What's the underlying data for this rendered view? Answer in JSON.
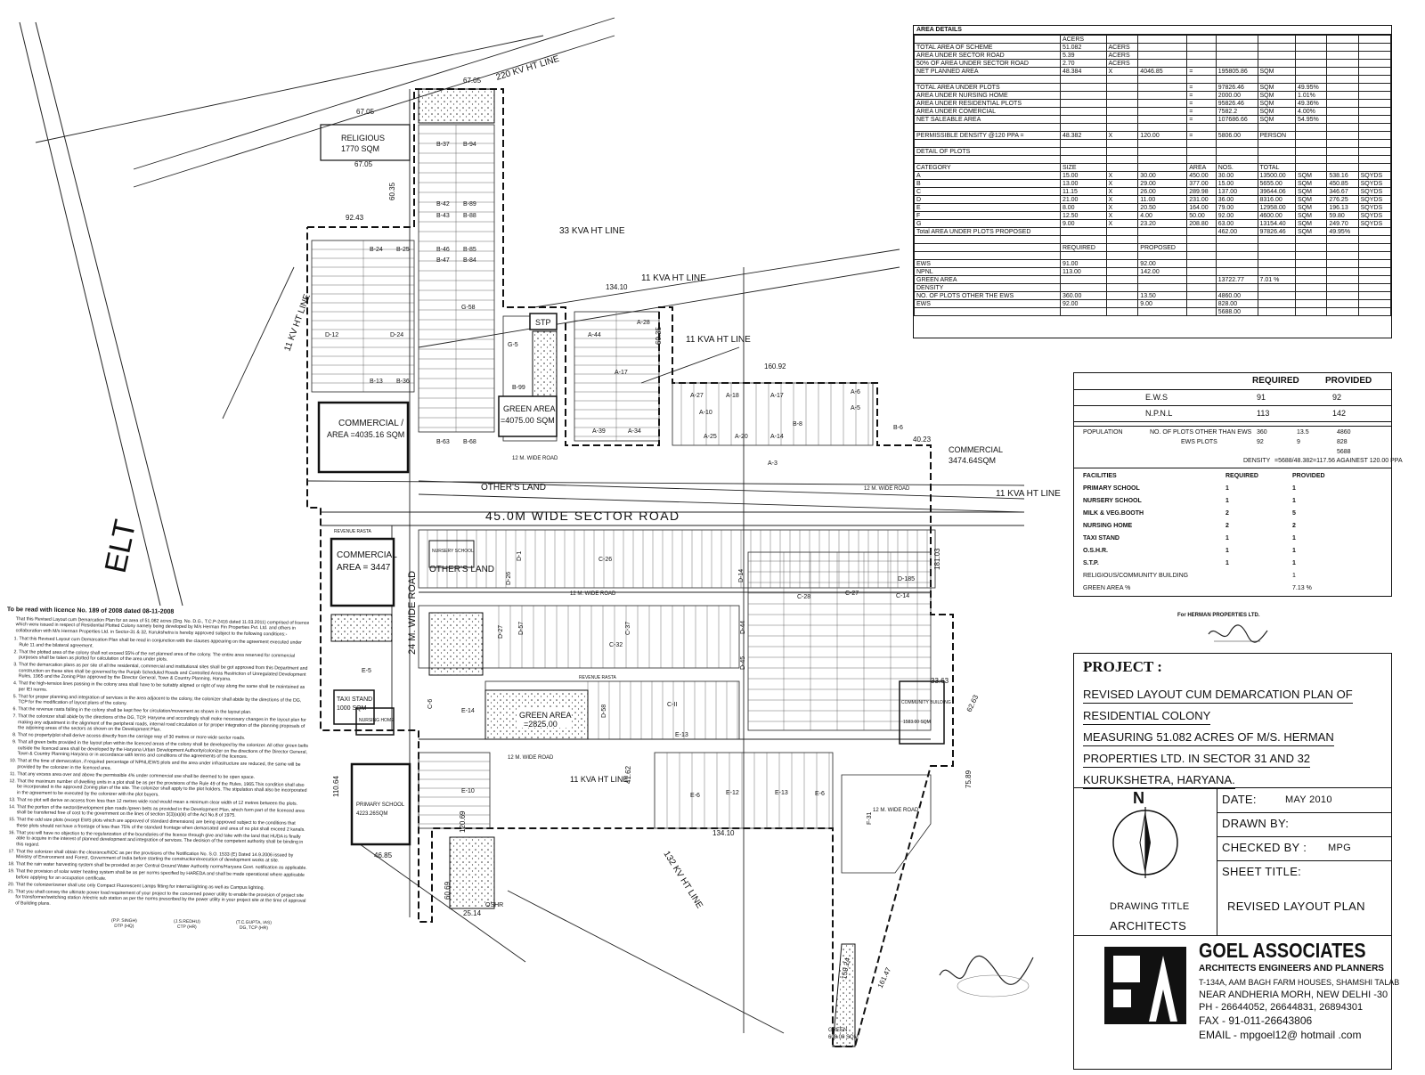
{
  "plan": {
    "roads": {
      "sector_road": "45.0M WIDE SECTOR ROAD",
      "road_24m": "24 M. WIDE ROAD",
      "road_12m": "12 M. WIDE ROAD",
      "revenue_rasta": "REVENUE RASTA",
      "others_land": "OTHER'S LAND"
    },
    "lines": {
      "ht220": "220 KV HT LINE",
      "ht33": "33 KVA HT LINE",
      "ht11a": "11 KVA HT LINE",
      "ht11b": "11 KV HT LINE",
      "ht132": "132 KV HT LINE",
      "belt": "ELT"
    },
    "zones": {
      "religious": "RELIGIOUS",
      "religious_area": "1770 SQM",
      "commercial1": "COMMERCIAL /",
      "commercial1_area": "AREA =4035.16 SQM",
      "commercial2": "COMMERCIAL",
      "commercial2_area": "AREA = 3447",
      "commercial3": "COMMERCIAL",
      "commercial3_area": "3474.64SQM",
      "stp": "STP",
      "green1": "GREEN AREA",
      "green1_area": "=4075.00 SQM",
      "green2": "GREEN AREA",
      "green2_area": "=2825.00",
      "nursery_school": "NURSERY SCHOOL",
      "taxi_stand": "TAXI STAND",
      "taxi_area": "1000 SQM",
      "nursing_home": "NURSING HOME",
      "primary_school": "PRIMARY SCHOOL",
      "primary_area": "4223.26SQM",
      "community": "COMMUNITY BUILDING",
      "community_area": "1583.00 SQM",
      "green_bottom": "GREEN",
      "green_bottom_area": "608.00 SQM",
      "oshr": "OSHR"
    },
    "dims": [
      "67.05",
      "67.05",
      "67.05",
      "92.43",
      "60.35",
      "134.10",
      "160.92",
      "40.23",
      "33.63",
      "62.63",
      "75.89",
      "181.03",
      "110.64",
      "46.85",
      "60.69",
      "120.69",
      "25.14",
      "159.24",
      "161.47",
      "134.10",
      "41.62",
      "60.35"
    ],
    "plot_labels": [
      "B-37",
      "B-94",
      "B-42",
      "B-89",
      "B-43",
      "B-88",
      "B-46",
      "B-85",
      "B-47",
      "B-84",
      "G-58",
      "D-12",
      "D-24",
      "B-24",
      "B-25",
      "B-13",
      "B-36",
      "G-5",
      "B-99",
      "A-44",
      "A-28",
      "A-17",
      "A-39",
      "A-34",
      "A-27",
      "A-18",
      "A-10",
      "A-17",
      "A-6",
      "A-5",
      "B-8",
      "A-25",
      "A-20",
      "A-14",
      "A-3",
      "B-6",
      "B-63",
      "B-68",
      "C-26",
      "D-1",
      "D-26",
      "D-14",
      "D-185",
      "C-27",
      "C-28",
      "C-14",
      "C-32",
      "C-37",
      "D-27",
      "D-57",
      "D-44",
      "D-45",
      "C-II",
      "E-13",
      "E-14",
      "D-58",
      "C-6",
      "E-10",
      "E-6",
      "E-12",
      "E-13",
      "E-6",
      "F-31",
      "E-5"
    ]
  },
  "area_details": {
    "title": "AREA DETAILS",
    "unit_header": "ACERS",
    "rows": [
      [
        "TOTAL AREA OF SCHEME",
        "51.082",
        "ACERS",
        "",
        "",
        "",
        "",
        ""
      ],
      [
        "AREA UNDER SECTOR ROAD",
        "5.39",
        "ACERS",
        "",
        "",
        "",
        "",
        ""
      ],
      [
        "50% OF AREA UNDER SECTOR ROAD",
        "2.70",
        "ACERS",
        "",
        "",
        "",
        "",
        ""
      ],
      [
        "NET PLANNED AREA",
        "48.384",
        "X",
        "4046.85",
        "=",
        "195805.86",
        "SQM",
        ""
      ],
      [
        "",
        "",
        "",
        "",
        "",
        "",
        "",
        ""
      ],
      [
        "TOTAL AREA UNDER PLOTS",
        "",
        "",
        "",
        "=",
        "97826.46",
        "SQM",
        "49.95%"
      ],
      [
        "AREA UNDER NURSING HOME",
        "",
        "",
        "",
        "=",
        "2000.00",
        "SQM",
        "1.01%"
      ],
      [
        "AREA UNDER RESIDENTIAL PLOTS",
        "",
        "",
        "",
        "=",
        "95826.46",
        "SQM",
        "49.36%"
      ],
      [
        "AREA UNDER COMERCIAL",
        "",
        "",
        "",
        "=",
        "7582.2",
        "SQM",
        "4.00%"
      ],
      [
        "NET SALEABLE AREA",
        "",
        "",
        "",
        "=",
        "107686.66",
        "SQM",
        "54.95%"
      ],
      [
        "",
        "",
        "",
        "",
        "",
        "",
        "",
        ""
      ],
      [
        "PERMISSIBLE DENSITY @120 PPA =",
        "48.382",
        "X",
        "120.00",
        "=",
        "5806.00",
        "PERSON",
        ""
      ],
      [
        "",
        "",
        "",
        "",
        "",
        "",
        "",
        ""
      ],
      [
        "DETAIL OF PLOTS",
        "",
        "",
        "",
        "",
        "",
        "",
        ""
      ],
      [
        "",
        "",
        "",
        "",
        "",
        "",
        "",
        ""
      ],
      [
        "CATEGORY",
        "SIZE",
        "",
        "",
        "AREA",
        "NOS.",
        "TOTAL",
        ""
      ]
    ],
    "plots": [
      [
        "A",
        "15.00",
        "X",
        "30.00",
        "450.00",
        "30.00",
        "13500.00",
        "SQM",
        "538.16",
        "SQYDS"
      ],
      [
        "B",
        "13.00",
        "X",
        "29.00",
        "377.00",
        "15.00",
        "5655.00",
        "SQM",
        "450.85",
        "SQYDS"
      ],
      [
        "C",
        "11.15",
        "X",
        "26.00",
        "289.98",
        "137.00",
        "39644.06",
        "SQM",
        "346.67",
        "SQYDS"
      ],
      [
        "D",
        "21.00",
        "X",
        "11.00",
        "231.00",
        "36.00",
        "8316.00",
        "SQM",
        "276.25",
        "SQYDS"
      ],
      [
        "E",
        "8.00",
        "X",
        "20.50",
        "164.00",
        "79.00",
        "12958.00",
        "SQM",
        "196.13",
        "SQYDS"
      ],
      [
        "F",
        "12.50",
        "X",
        "4.00",
        "50.00",
        "92.00",
        "4600.00",
        "SQM",
        "59.80",
        "SQYDS"
      ],
      [
        "G",
        "9.00",
        "X",
        "23.20",
        "208.80",
        "63.00",
        "13154.40",
        "SQM",
        "249.70",
        "SQYDS"
      ]
    ],
    "plots_total": [
      "Total AREA UNDER PLOTS PROPOSED",
      "462.00",
      "97826.46",
      "SQM",
      "49.95%"
    ],
    "req_header": [
      "REQUIRED",
      "PROPOSED"
    ],
    "req_rows": [
      [
        "EWS",
        "91.00",
        "92.00",
        "",
        ""
      ],
      [
        "NPNL",
        "113.00",
        "142.00",
        "",
        ""
      ],
      [
        "GREEN AREA",
        "",
        "",
        "13722.77",
        "7.01 %"
      ],
      [
        "DENSITY",
        "",
        "",
        "",
        ""
      ],
      [
        "NO. OF PLOTS OTHER THE EWS",
        "360.00",
        "13.50",
        "4860.00",
        ""
      ],
      [
        "EWS",
        "92.00",
        "9.00",
        "828.00",
        ""
      ],
      [
        "",
        "",
        "",
        "5688.00",
        ""
      ]
    ]
  },
  "requirements": {
    "head": [
      "REQUIRED",
      "PROVIDED"
    ],
    "rows": [
      [
        "E.W.S",
        "91",
        "92"
      ],
      [
        "N.P.N.L",
        "113",
        "142"
      ]
    ],
    "population_label": "POPULATION",
    "pop_rows": [
      [
        "NO. OF PLOTS OTHER THAN EWS",
        "360",
        "13.5",
        "4860"
      ],
      [
        "EWS PLOTS",
        "92",
        "9",
        "828"
      ]
    ],
    "pop_total": "5688",
    "density": "DENSITY",
    "density_val": "=5688/48.382=117.56 AGAINEST 120.00 PPA",
    "fac_head": [
      "FACILITIES",
      "REQUIRED",
      "PROVIDED"
    ],
    "facilities": [
      [
        "PRIMARY SCHOOL",
        "1",
        "1"
      ],
      [
        "NURSERY SCHOOL",
        "1",
        "1"
      ],
      [
        "MILK & VEG.BOOTH",
        "2",
        "5"
      ],
      [
        "NURSING HOME",
        "2",
        "2"
      ],
      [
        "TAXI STAND",
        "1",
        "1"
      ],
      [
        "O.S.H.R.",
        "1",
        "1"
      ],
      [
        "S.T.P.",
        "1",
        "1"
      ],
      [
        "RELIGIOUS/COMMUNITY BUILDING",
        "",
        "1"
      ],
      [
        "GREEN AREA %",
        "",
        "7.13 %"
      ]
    ],
    "signature_caption": "For HERMAN PROPERTIES LTD."
  },
  "title_block": {
    "project_label": "PROJECT :",
    "lines": [
      "REVISED LAYOUT CUM DEMARCATION  PLAN OF",
      "RESIDENTIAL COLONY",
      "MEASURING 51.082 ACRES OF M/S. HERMAN",
      "PROPERTIES LTD. IN SECTOR 31 AND 32",
      "KURUKSHETRA, HARYANA."
    ],
    "north": "N",
    "date_label": "DATE:",
    "date_value": "MAY 2010",
    "drawn_label": "DRAWN  BY:",
    "checked_label": "CHECKED BY :",
    "checked_value": "MPG",
    "sheet_label": "SHEET TITLE:",
    "drawing_title_label": "DRAWING TITLE",
    "drawing_title": "REVISED LAYOUT PLAN",
    "architects_label": "ARCHITECTS",
    "firm": "GOEL ASSOCIATES",
    "firm_sub": "ARCHITECTS ENGINEERS AND PLANNERS",
    "addr1": "T-134A, AAM BAGH FARM HOUSES, SHAMSHI TALAB",
    "addr2": "NEAR ANDHERIA MORH, NEW DELHI -30",
    "phone": "PH - 26644052, 26644831, 26894301",
    "fax": "FAX - 91-011-26643806",
    "email": "EMAIL - mpgoel12@ hotmail .com"
  },
  "conditions": {
    "header": "To be read with licence No. 189 of 2008 dated 08-11-2008",
    "intro": "That this Revised Layout cum Demarcation Plan for an area of 51.082 acres (Drg. No. D.G., T.C.P-2416 dated 11.03.2011) comprised of licence which were issued in respect of Residential Plotted Colony namely being developed by M/s Herman Fin Properties Pvt. Ltd. and others in collaboration with M/s Herman Properties Ltd. in Sector-31 & 32, Kurukshetra is hereby approved subject to the following conditions:-",
    "items": [
      "That this Revised Layout cum Demarcation Plan shall be read in conjunction with the clauses appearing on the agreement executed under Rule 11 and the bilateral agreement.",
      "That the plotted area of the colony shall not exceed 55% of the net planned area of the colony. The entire area reserved for commercial purposes shall be taken as plotted for calculation of the area under plots.",
      "That the demarcation plans as per site of all the residential, commercial and institutional sites shall be got approved from this Department and construction on these sites shall be governed by the Punjab Scheduled Roads and Controlled Areas Restriction of Unregulated Development Rules, 1965 and the Zoning Plan approved by the Director General, Town & Country Planning, Haryana.",
      "That the high-tension lines passing in the colony area shall have to be suitably aligned or right of way along the same shall be maintained as per IEI norms.",
      "That for proper planning and integration of services in the area adjacent to the colony, the colonizer shall abide by the directions of the DG, TCP for the modification of layout plans of the colony.",
      "That the revenue rasta falling in the colony shall be kept free for circulation/movement as shown in the layout plan.",
      "That the colonizer shall abide by the directions of the DG, TCP, Haryana and accordingly shall make necessary changes in the layout plan for making any adjustment in the alignment of the peripheral roads, internal road circulation or for proper integration of the planning proposals of the adjoining areas of the sectors as shown on the Development Plan.",
      "That no property/plot shall derive access directly from the carriage way of 30 metres or more wide sector roads.",
      "That all green belts provided in the layout plan within the licenced areas of the colony shall be developed by the colonizer. All other green belts outside the licenced area shall be developed by the Haryana Urban Development Authority/colonizer on the directions of the Director General, Town & Country Planning Haryana or in accordance with terms and conditions of the agreements of the licences.",
      "That at the time of demarcation, if required percentage of NPNL/EWS plots and the area under infrastructure are reduced, the same will be provided by the colonizer in the licenced area.",
      "That any excess area over and above the permissible 4% under commercial use shall be deemed to be open space.",
      "That the maximum number of dwelling units in a plot shall be as per the provisions of the Rule 49 of the Rules, 1965.This condition shall also be incorporated in the approved Zoning plan of the site. The colonizer shall apply to the plot holders. The stipulation shall also be incorporated in the agreement to be executed by the colonizer with the plot buyers.",
      "That no plot will derive an access from less than 12 metres wide road would mean a minimum clear width of 12 metres between the plots.",
      "That the portion of the sector/development plan roads /green belts as provided in the Development Plan, which form part of the licenced area shall be transferred free of cost to the government on the lines of section 3(3)(a)(iii) of the Act No.8 of 1975.",
      "That the odd size plots (except EWS plots which are approved of standard dimensions) are being approved subject to the conditions that these plots should not have a frontage of less than 75% of the standard frontage when demarcated and area of no plot shall exceed 2 kanals.",
      "That you will have no objection to the regularization of the boundaries of the licence through give and take with the land that HUDA is finally able to acquire in the interest of planned development and integration of services. The decision of the competent authority shall be binding in this regard.",
      "That the colonizer shall obtain the clearance/NOC as per the provisions of the Notification No. S.O. 1533 (E) Dated 14.9.2006 issued by Ministry of Environment and Forest, Government of India before starting the construction/execution of development works at site.",
      "That the rain water harvesting system shall be provided as per Central Ground Water Authority norms/Haryana Govt. notification as applicable.",
      "That the provision of solar water heating system shall be as per norms specified by HAREDA and shall be made operational where applicable before applying for an occupation certificate.",
      "That the colonizer/owner shall use only Compact Fluorescent Lamps fitting for internal lighting as well as Campus lighting.",
      "That you shall convey the ultimate power load requirement of your project to the concerned power utility to enable the provision of project site for transformer/switching station /electric sub station as per the norms prescribed by the power utility in your project site at the time of approval of Building plans."
    ],
    "signatories": [
      [
        "(P.P. SINGH)",
        "DTP (HQ)"
      ],
      [
        "(J.S.REDHU)",
        "CTP (HR)"
      ],
      [
        "(T.C.GUPTA, IAS)",
        "DG, TCP (HR)"
      ]
    ]
  }
}
